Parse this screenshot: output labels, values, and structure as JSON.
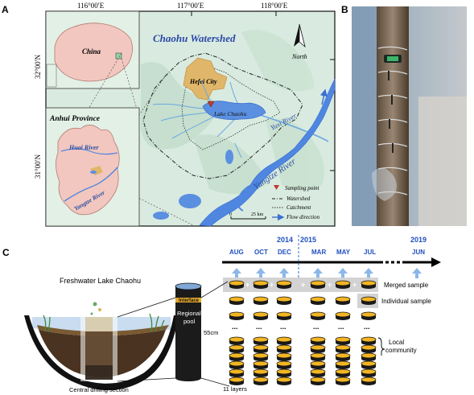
{
  "panels": {
    "a": "A",
    "b": "B",
    "c": "C"
  },
  "map": {
    "lon_labels": [
      "116°00′E",
      "117°00′E",
      "118°00′E"
    ],
    "lat_labels": [
      "32°00′N",
      "31°00′N"
    ],
    "title": "Chaohu Watershed",
    "north": "North",
    "china": "China",
    "province": "Anhui Province",
    "huai": "Huai River",
    "yangtze_inset": "Yangtze River",
    "yangtze": "Yangtze River",
    "hefei": "Hefei City",
    "lake": "Lake Chaohu",
    "yuxi": "Yuxi River",
    "scale_0": "0",
    "scale_25": "25 km",
    "legend": [
      "Sampling point",
      "Watershed",
      "Catchment",
      "Flow direction"
    ]
  },
  "timeline": {
    "months": [
      "AUG",
      "OCT",
      "DEC",
      "MAR",
      "MAY",
      "JUL",
      "JUN"
    ],
    "years": [
      "2014",
      "2015",
      "2019"
    ],
    "merged": "Merged sample",
    "individual": "Individual sample",
    "local_1": "Local",
    "local_2": "community",
    "dots": "..."
  },
  "schematic": {
    "title": "Freshwater Lake Chaohu",
    "interface": "Interface",
    "pool_1": "Regional",
    "pool_2": "pool",
    "depth": "55cm",
    "section": "Central drilling section",
    "layers": "11 layers"
  }
}
